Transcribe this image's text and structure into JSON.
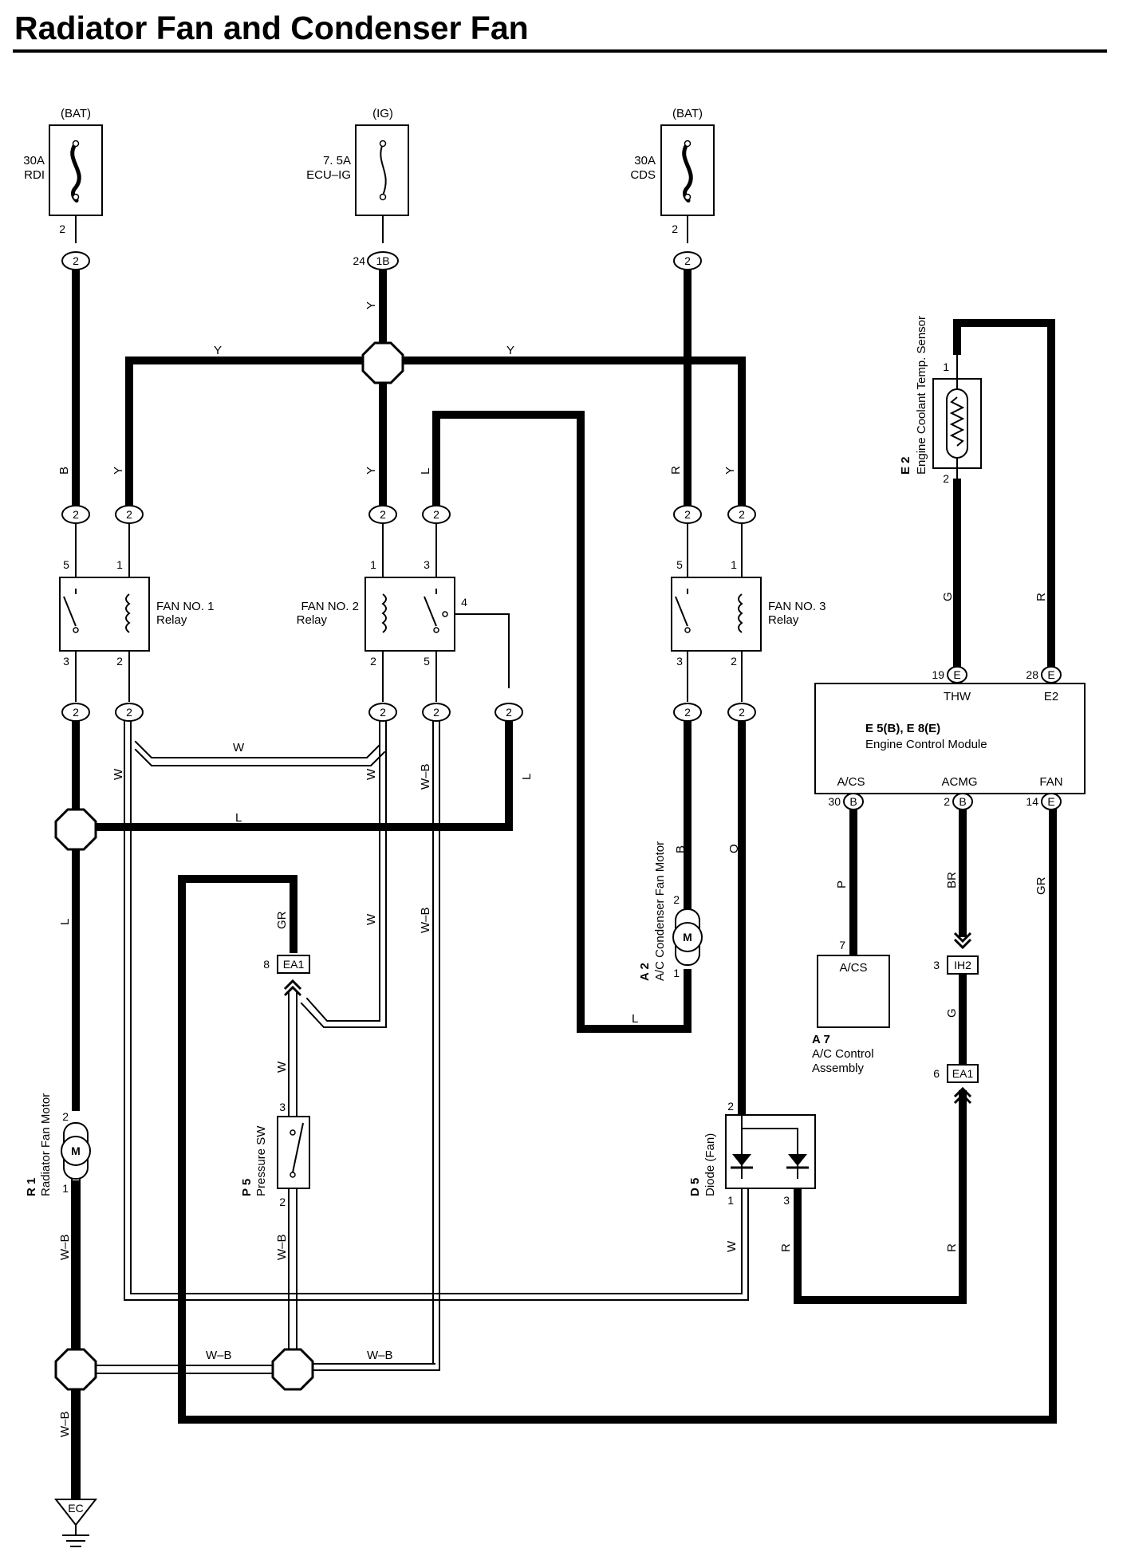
{
  "title": "Radiator Fan and Condenser Fan",
  "fuses": [
    {
      "source": "(BAT)",
      "rating": "30A",
      "name": "RDI",
      "pin": "2",
      "connector": "2"
    },
    {
      "source": "(IG)",
      "rating": "7. 5A",
      "name": "ECU–IG",
      "pin": "24",
      "connector": "1B"
    },
    {
      "source": "(BAT)",
      "rating": "30A",
      "name": "CDS",
      "pin": "2",
      "connector": "2"
    }
  ],
  "relays": [
    {
      "name": "FAN NO. 1",
      "sub": "Relay",
      "pins": [
        "5",
        "1",
        "3",
        "2"
      ]
    },
    {
      "name": "FAN NO. 2",
      "sub": "Relay",
      "pins": [
        "1",
        "3",
        "4",
        "2",
        "5"
      ]
    },
    {
      "name": "FAN NO. 3",
      "sub": "Relay",
      "pins": [
        "5",
        "1",
        "3",
        "2"
      ]
    }
  ],
  "junction_label": "2",
  "wire_colors": {
    "B": "B",
    "Y": "Y",
    "L": "L",
    "R": "R",
    "W": "W",
    "WB": "W–B",
    "O": "O",
    "G": "G",
    "GR": "GR",
    "P": "P",
    "BR": "BR"
  },
  "sensor": {
    "code": "E 2",
    "name": "Engine Coolant Temp.  Sensor",
    "pins": [
      "1",
      "2"
    ]
  },
  "ecm": {
    "code": "E 5(B), E 8(E)",
    "name": "Engine Control Module",
    "terminals": [
      {
        "label": "THW",
        "pin": "19",
        "conn": "E"
      },
      {
        "label": "E2",
        "pin": "28",
        "conn": "E"
      },
      {
        "label": "A/CS",
        "pin": "30",
        "conn": "B"
      },
      {
        "label": "ACMG",
        "pin": "2",
        "conn": "B"
      },
      {
        "label": "FAN",
        "pin": "14",
        "conn": "E"
      }
    ]
  },
  "condenser_motor": {
    "code": "A 2",
    "name": "A/C Condenser Fan Motor",
    "pins": [
      "2",
      "1"
    ],
    "symbol": "M"
  },
  "radiator_motor": {
    "code": "R 1",
    "name": "Radiator Fan Motor",
    "pins": [
      "2",
      "1"
    ],
    "symbol": "M"
  },
  "pressure_sw": {
    "code": "P 5",
    "name": "Pressure SW",
    "pins": [
      "3",
      "2"
    ]
  },
  "diode": {
    "code": "D 5",
    "name": "Diode (Fan)",
    "pins": [
      "2",
      "1",
      "3"
    ]
  },
  "ac_control": {
    "code": "A 7",
    "name": "A/C Control",
    "name2": "Assembly",
    "terminal": "A/CS",
    "pin": "7"
  },
  "connectors": [
    {
      "pin": "8",
      "label": "EA1"
    },
    {
      "pin": "3",
      "label": "IH2"
    },
    {
      "pin": "6",
      "label": "EA1"
    }
  ],
  "ground": "EC"
}
